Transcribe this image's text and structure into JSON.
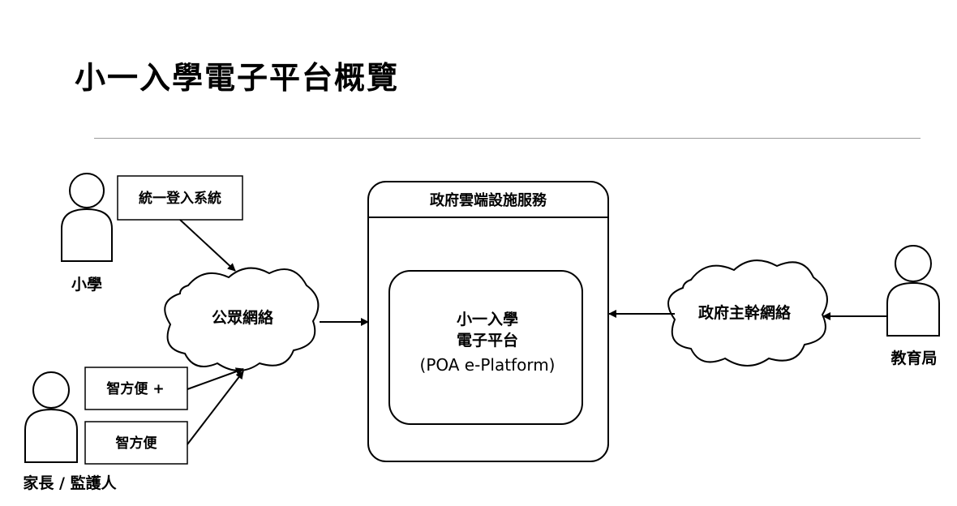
{
  "title": "小一入學電子平台概覽",
  "diagram": {
    "actors": {
      "school": "小學",
      "parent": "家長 / 監護人",
      "edb": "教育局"
    },
    "boxes": {
      "sso": "統一登入系統",
      "iam_smart_plus": "智方便 +",
      "iam_smart": "智方便"
    },
    "clouds": {
      "public_network": "公眾網絡",
      "gov_backbone": "政府主幹網絡"
    },
    "gcis": {
      "title": "政府雲端設施服務",
      "platform_line1": "小一入學",
      "platform_line2": "電子平台",
      "platform_line3": "(POA e-Platform)"
    }
  }
}
